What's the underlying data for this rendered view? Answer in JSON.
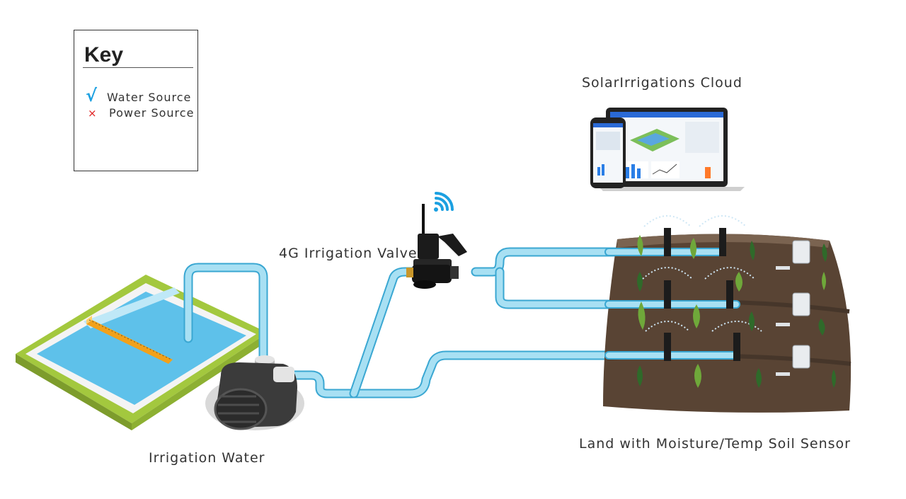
{
  "key": {
    "title": "Key",
    "items": [
      {
        "symbol": "√",
        "label": "Water Source",
        "color": "#1ba0e1"
      },
      {
        "symbol": "×",
        "label": "Power Source",
        "color": "#e02020"
      }
    ]
  },
  "labels": {
    "cloud": "SolarIrrigations Cloud",
    "valve": "4G Irrigation Valve",
    "water": "Irrigation Water",
    "land": "Land with Moisture/Temp Soil Sensor"
  },
  "colors": {
    "pipe": "#9fdcf0",
    "pipe_edge": "#3aa7d2",
    "soil": "#5a4637",
    "wifi": "#1ba0e1",
    "grass": "#9cc43c"
  }
}
